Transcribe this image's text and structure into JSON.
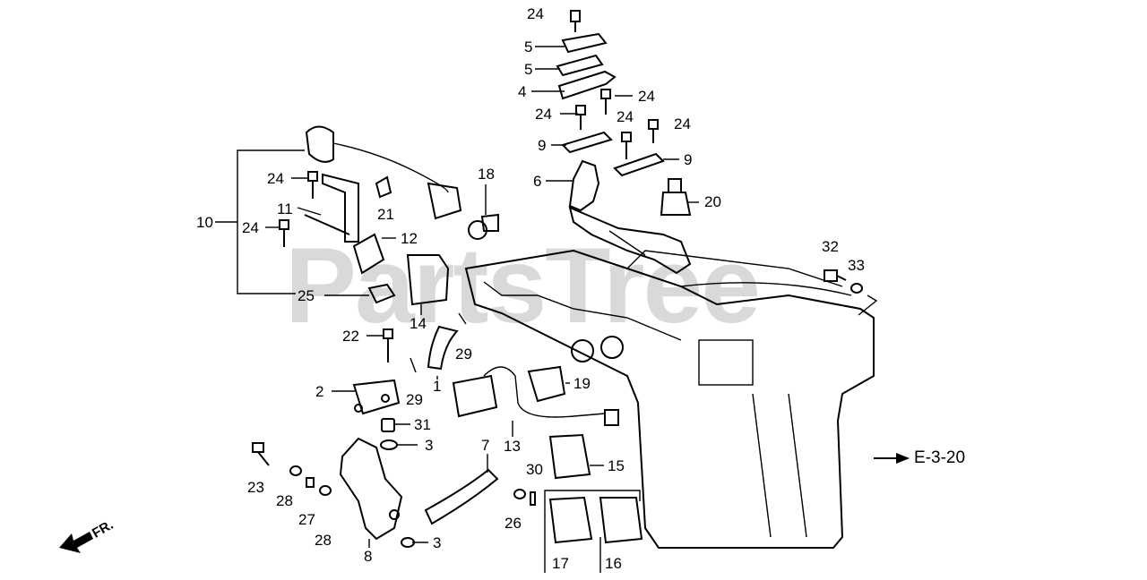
{
  "watermark": "PartsTree",
  "reference": "E-3-20",
  "front_marker": "FR.",
  "callouts": [
    {
      "id": "c24a",
      "label": "24"
    },
    {
      "id": "c5a",
      "label": "5"
    },
    {
      "id": "c5b",
      "label": "5"
    },
    {
      "id": "c4",
      "label": "4"
    },
    {
      "id": "c24b",
      "label": "24"
    },
    {
      "id": "c24c",
      "label": "24"
    },
    {
      "id": "c24d",
      "label": "24"
    },
    {
      "id": "c24e",
      "label": "24"
    },
    {
      "id": "c9a",
      "label": "9"
    },
    {
      "id": "c9b",
      "label": "9"
    },
    {
      "id": "c6",
      "label": "6"
    },
    {
      "id": "c20",
      "label": "20"
    },
    {
      "id": "c18",
      "label": "18"
    },
    {
      "id": "c24f",
      "label": "24"
    },
    {
      "id": "c21",
      "label": "21"
    },
    {
      "id": "c11",
      "label": "11"
    },
    {
      "id": "c10",
      "label": "10"
    },
    {
      "id": "c24g",
      "label": "24"
    },
    {
      "id": "c12",
      "label": "12"
    },
    {
      "id": "c32",
      "label": "32"
    },
    {
      "id": "c33",
      "label": "33"
    },
    {
      "id": "c25",
      "label": "25"
    },
    {
      "id": "c14",
      "label": "14"
    },
    {
      "id": "c22",
      "label": "22"
    },
    {
      "id": "c29a",
      "label": "29"
    },
    {
      "id": "c1",
      "label": "1"
    },
    {
      "id": "c19",
      "label": "19"
    },
    {
      "id": "c2",
      "label": "2"
    },
    {
      "id": "c29b",
      "label": "29"
    },
    {
      "id": "c31",
      "label": "31"
    },
    {
      "id": "c13",
      "label": "13"
    },
    {
      "id": "c3a",
      "label": "3"
    },
    {
      "id": "c7",
      "label": "7"
    },
    {
      "id": "c15",
      "label": "15"
    },
    {
      "id": "c23",
      "label": "23"
    },
    {
      "id": "c30",
      "label": "30"
    },
    {
      "id": "c28a",
      "label": "28"
    },
    {
      "id": "c27",
      "label": "27"
    },
    {
      "id": "c26",
      "label": "26"
    },
    {
      "id": "c28b",
      "label": "28"
    },
    {
      "id": "c3b",
      "label": "3"
    },
    {
      "id": "c8",
      "label": "8"
    },
    {
      "id": "c17",
      "label": "17"
    },
    {
      "id": "c16",
      "label": "16"
    }
  ]
}
